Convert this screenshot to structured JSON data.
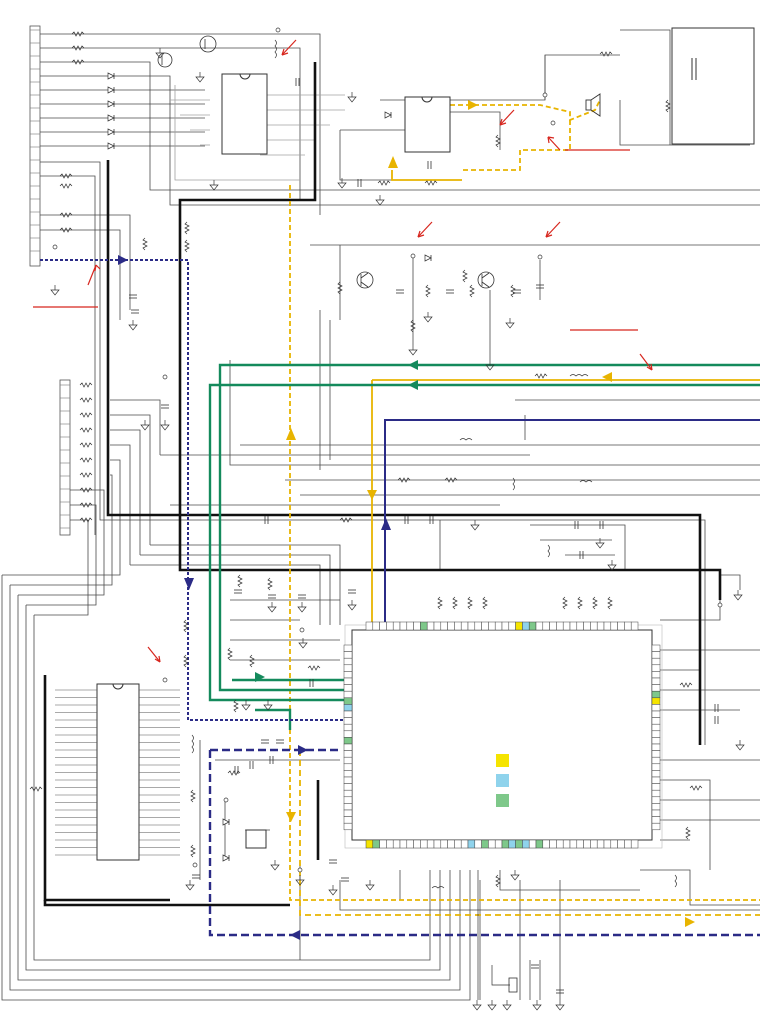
{
  "diagram": {
    "kind": "schematic-wiring-diagram",
    "colors": {
      "background": "#ffffff",
      "wire": "#4a4a4a",
      "wire_light": "#9a9a9a",
      "bus_black": "#111111",
      "signal_navy": "#2b2b86",
      "signal_yellow": "#e8b400",
      "signal_green": "#148a5c",
      "annotation_red": "#d7261e",
      "pin_highlight_yellow": "#f5e400",
      "pin_highlight_cyan": "#8fd3ec",
      "pin_highlight_green": "#7ec88a"
    },
    "icons": [
      "ground-icon",
      "resistor-icon",
      "diode-icon",
      "capacitor-icon",
      "transistor-icon",
      "speaker-icon",
      "transformer-icon",
      "crystal-icon",
      "arrow-icon"
    ]
  },
  "legend": {
    "swatches": [
      {
        "name": "legend-yellow",
        "color": "#f5e400"
      },
      {
        "name": "legend-cyan",
        "color": "#8fd3ec"
      },
      {
        "name": "legend-green",
        "color": "#7ec88a"
      }
    ]
  }
}
